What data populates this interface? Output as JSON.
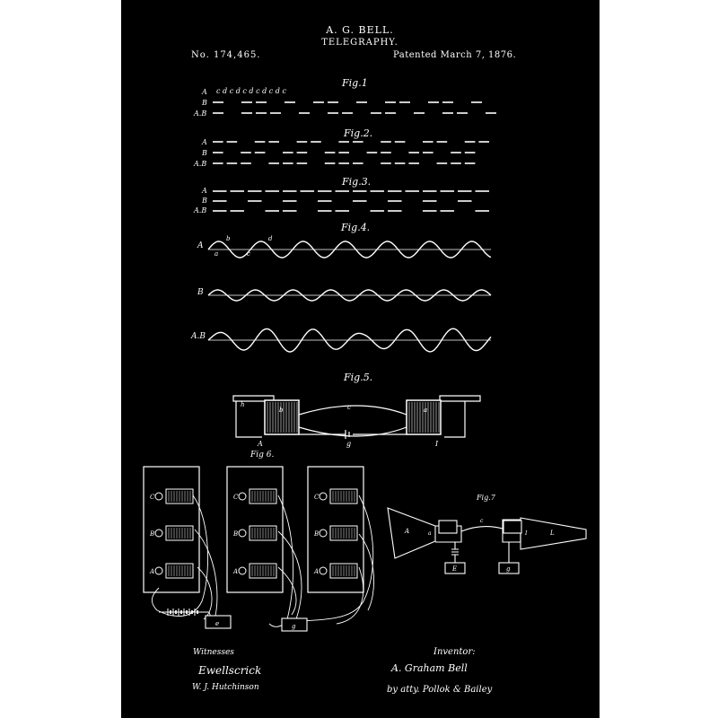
{
  "header": {
    "inventor_name": "A. G. BELL.",
    "subject": "TELEGRAPHY.",
    "patent_number": "No. 174,465.",
    "patent_date": "Patented March 7, 1876."
  },
  "figures": {
    "fig1": {
      "label": "Fig.1",
      "row_labels": [
        "A",
        "B",
        "A.B"
      ],
      "top_letters": "c d c d c d c d c d c"
    },
    "fig2": {
      "label": "Fig.2.",
      "row_labels": [
        "A",
        "B",
        "A.B"
      ]
    },
    "fig3": {
      "label": "Fig.3.",
      "row_labels": [
        "A",
        "B",
        "A.B"
      ]
    },
    "fig4": {
      "label": "Fig.4.",
      "row_labels": [
        "A",
        "B",
        "A.B"
      ],
      "wave_letters": [
        "a",
        "b",
        "c",
        "d"
      ]
    },
    "fig5": {
      "label": "Fig.5.",
      "part_labels": [
        "h",
        "b",
        "c",
        "a",
        "A",
        "g",
        "I"
      ]
    },
    "fig6": {
      "label": "Fig 6.",
      "row_labels": [
        "C",
        "B",
        "A"
      ],
      "bottom_labels": [
        "e",
        "g"
      ]
    },
    "fig7": {
      "label": "Fig.7",
      "part_labels": [
        "A",
        "a",
        "c",
        "I",
        "L",
        "E",
        "g"
      ]
    }
  },
  "footer": {
    "witnesses_label": "Witnesses",
    "inventor_label": "Inventor:",
    "witness_signature_1": "Ewellscrick",
    "witness_signature_2": "W. J. Hutchinson",
    "inventor_signature": "A. Graham Bell",
    "attorney_signature": "by atty. Pollok & Bailey"
  },
  "colors": {
    "poster_background": "#000000",
    "ink": "#ffffff",
    "page_background": "#ffffff"
  }
}
